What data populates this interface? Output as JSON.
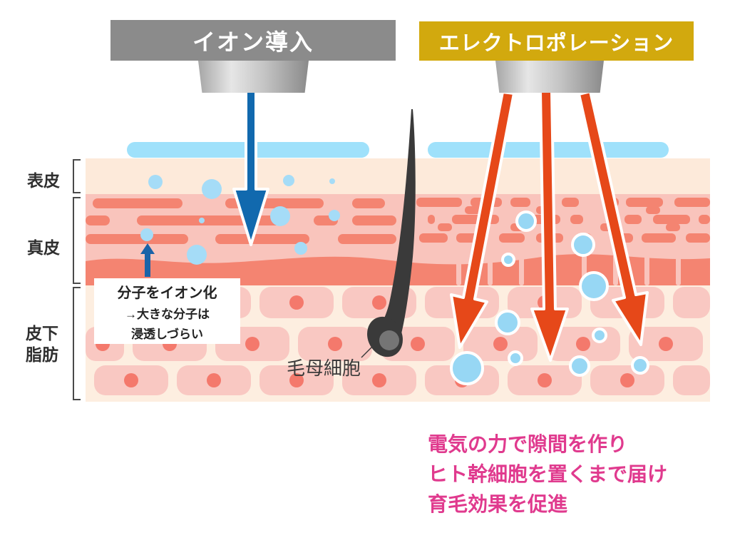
{
  "diagram": {
    "left_method": {
      "title": "イオン導入",
      "note_line1": "分子をイオン化",
      "note_line2": "→大きな分子は",
      "note_line3": "浸透しづらい"
    },
    "right_method": {
      "title": "エレクトロポレーション",
      "caption_line1": "電気の力で隙間を作り",
      "caption_line2": "ヒト幹細胞を置くまで届け",
      "caption_line3": "育毛効果を促進"
    },
    "layers": {
      "epidermis": "表皮",
      "dermis": "真皮",
      "subcutaneous_fat": "皮下脂肪"
    },
    "hair_matrix_label": "毛母細胞",
    "colors": {
      "ion_header_bg": "#8b8b8b",
      "electroporation_header_bg": "#d2a90e",
      "header_text": "#ffffff",
      "blue_arrow": "#1169ae",
      "red_arrow": "#e64819",
      "gel_layer_blue": "#9fe1fb",
      "molecule_blue": "#a5dcf7",
      "epidermis_fill": "#fdeada",
      "dermis_fill": "#f9c4bc",
      "dermis_stripe": "#f48471",
      "fat_fill": "#fdeee0",
      "fat_cell": "#f9c8c2",
      "fat_cell_nucleus": "#f4796c",
      "hair": "#3a3a3a",
      "caption_pink": "#e03a8e",
      "label_text": "#2f2f2f"
    }
  }
}
